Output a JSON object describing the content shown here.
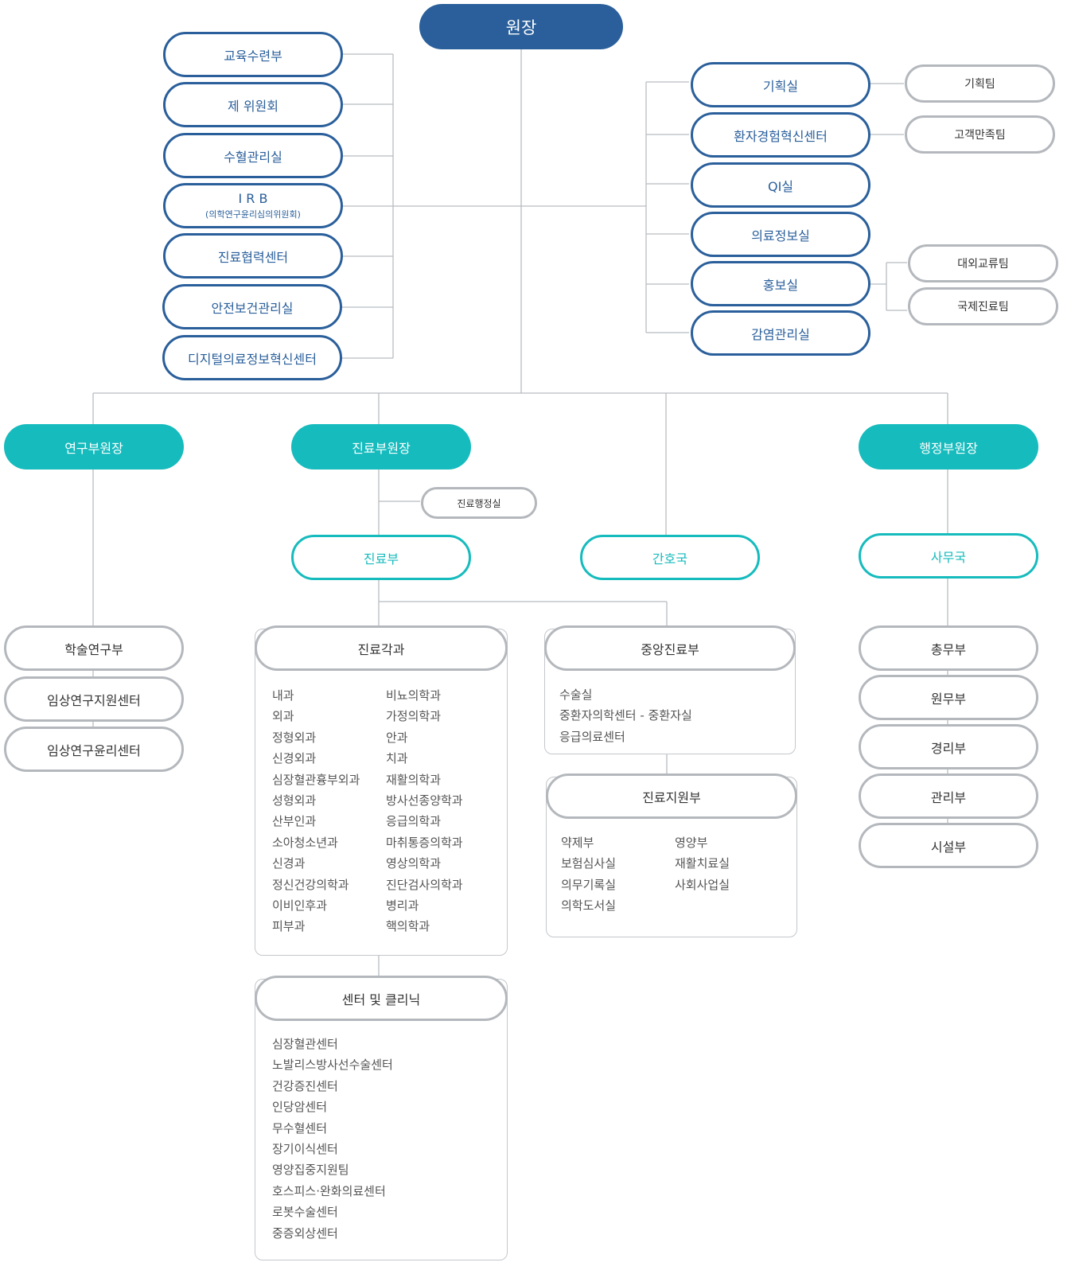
{
  "root": {
    "label": "원장"
  },
  "left_staff": [
    {
      "label": "교육수련부"
    },
    {
      "label": "제 위원회"
    },
    {
      "label": "수혈관리실"
    },
    {
      "label": "I R B",
      "sub": "(의학연구윤리심의위원회)"
    },
    {
      "label": "진료협력센터"
    },
    {
      "label": "안전보건관리실"
    },
    {
      "label": "디지털의료정보혁신센터"
    }
  ],
  "right_staff": [
    {
      "label": "기획실"
    },
    {
      "label": "환자경험혁신센터"
    },
    {
      "label": "QI실"
    },
    {
      "label": "의료정보실"
    },
    {
      "label": "홍보실"
    },
    {
      "label": "감염관리실"
    }
  ],
  "right_teams": [
    {
      "label": "기획팀"
    },
    {
      "label": "고객만족팀"
    },
    {
      "label": "대외교류팀"
    },
    {
      "label": "국제진료팀"
    }
  ],
  "vice": {
    "research": "연구부원장",
    "clinical": "진료부원장",
    "admin": "행정부원장"
  },
  "clinical_admin_office": "진료행정실",
  "divisions": {
    "medical": "진료부",
    "nursing": "간호국",
    "office": "사무국"
  },
  "research_units": [
    "학술연구부",
    "임상연구지원센터",
    "임상연구윤리센터"
  ],
  "admin_units": [
    "총무부",
    "원무부",
    "경리부",
    "관리부",
    "시설부"
  ],
  "departments": {
    "title": "진료각과",
    "col1": [
      "내과",
      "외과",
      "정형외과",
      "신경외과",
      "심장혈관흉부외과",
      "성형외과",
      "산부인과",
      "소아청소년과",
      "신경과",
      "정신건강의학과",
      "이비인후과",
      "피부과"
    ],
    "col2": [
      "비뇨의학과",
      "가정의학과",
      "안과",
      "치과",
      "재활의학과",
      "방사선종양학과",
      "응급의학과",
      "마취통증의학과",
      "영상의학과",
      "진단검사의학과",
      "병리과",
      "핵의학과"
    ]
  },
  "central": {
    "title": "중앙진료부",
    "items": [
      "수술실",
      "중환자의학센터 - 중환자실",
      "응급의료센터"
    ]
  },
  "support": {
    "title": "진료지원부",
    "col1": [
      "약제부",
      "보험심사실",
      "의무기록실",
      "의학도서실"
    ],
    "col2": [
      "영양부",
      "재활치료실",
      "사회사업실"
    ]
  },
  "centers": {
    "title": "센터 및 클리닉",
    "items": [
      "심장혈관센터",
      "노발리스방사선수술센터",
      "건강증진센터",
      "인당암센터",
      "무수혈센터",
      "장기이식센터",
      "영양집중지원팀",
      "호스피스·완화의료센터",
      "로봇수술센터",
      "중증외상센터"
    ]
  },
  "colors": {
    "navy": "#2a5f9b",
    "teal": "#16bbbd",
    "grey": "#b4b8bd",
    "line": "#b8bcc0"
  }
}
